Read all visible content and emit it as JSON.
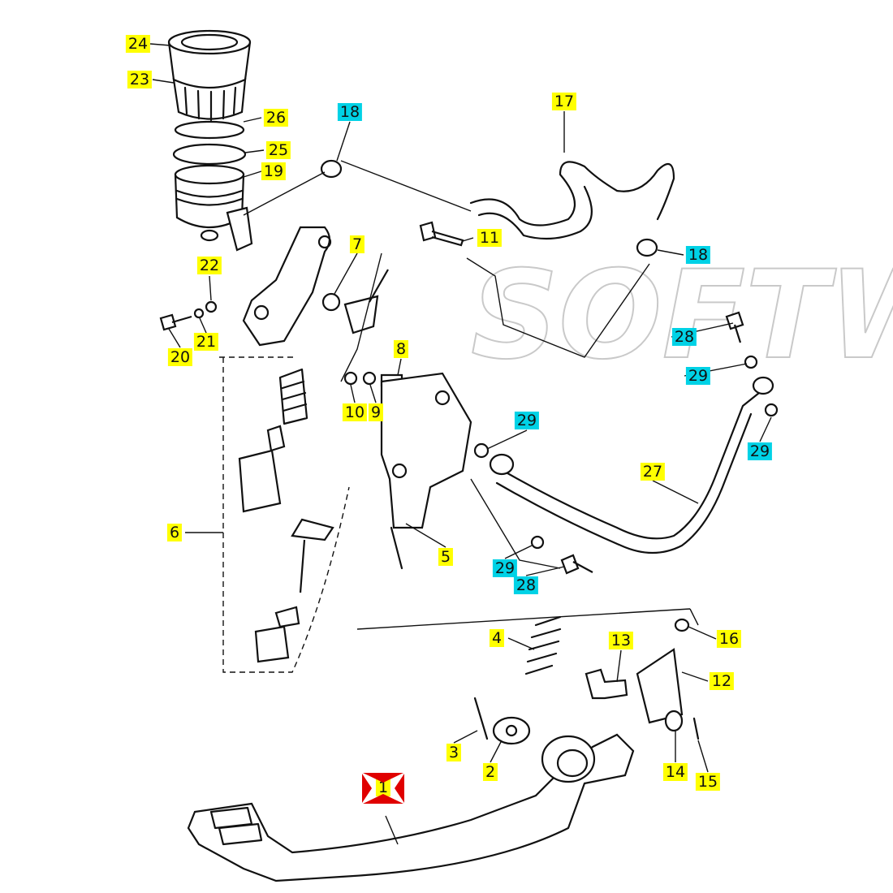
{
  "diagram": {
    "watermark": "SOFTWARE",
    "colors": {
      "callout_yellow": "#ffff00",
      "callout_cyan": "#00d2e6",
      "main_part_marker": "#e00000"
    },
    "callouts": [
      {
        "num": "24",
        "style": "yellow"
      },
      {
        "num": "23",
        "style": "yellow"
      },
      {
        "num": "26",
        "style": "yellow"
      },
      {
        "num": "25",
        "style": "yellow"
      },
      {
        "num": "19",
        "style": "yellow"
      },
      {
        "num": "18",
        "style": "cyan"
      },
      {
        "num": "17",
        "style": "yellow"
      },
      {
        "num": "11",
        "style": "yellow"
      },
      {
        "num": "18",
        "style": "cyan"
      },
      {
        "num": "7",
        "style": "yellow"
      },
      {
        "num": "22",
        "style": "yellow"
      },
      {
        "num": "21",
        "style": "yellow"
      },
      {
        "num": "20",
        "style": "yellow"
      },
      {
        "num": "8",
        "style": "yellow"
      },
      {
        "num": "10",
        "style": "yellow"
      },
      {
        "num": "9",
        "style": "yellow"
      },
      {
        "num": "29",
        "style": "cyan"
      },
      {
        "num": "28",
        "style": "cyan"
      },
      {
        "num": "29",
        "style": "cyan"
      },
      {
        "num": "29",
        "style": "cyan"
      },
      {
        "num": "27",
        "style": "yellow"
      },
      {
        "num": "6",
        "style": "yellow"
      },
      {
        "num": "5",
        "style": "yellow"
      },
      {
        "num": "29",
        "style": "cyan"
      },
      {
        "num": "28",
        "style": "cyan"
      },
      {
        "num": "4",
        "style": "yellow"
      },
      {
        "num": "13",
        "style": "yellow"
      },
      {
        "num": "16",
        "style": "yellow"
      },
      {
        "num": "12",
        "style": "yellow"
      },
      {
        "num": "3",
        "style": "yellow"
      },
      {
        "num": "2",
        "style": "yellow"
      },
      {
        "num": "14",
        "style": "yellow"
      },
      {
        "num": "15",
        "style": "yellow"
      },
      {
        "num": "1",
        "style": "yellow-red-marker"
      }
    ]
  }
}
